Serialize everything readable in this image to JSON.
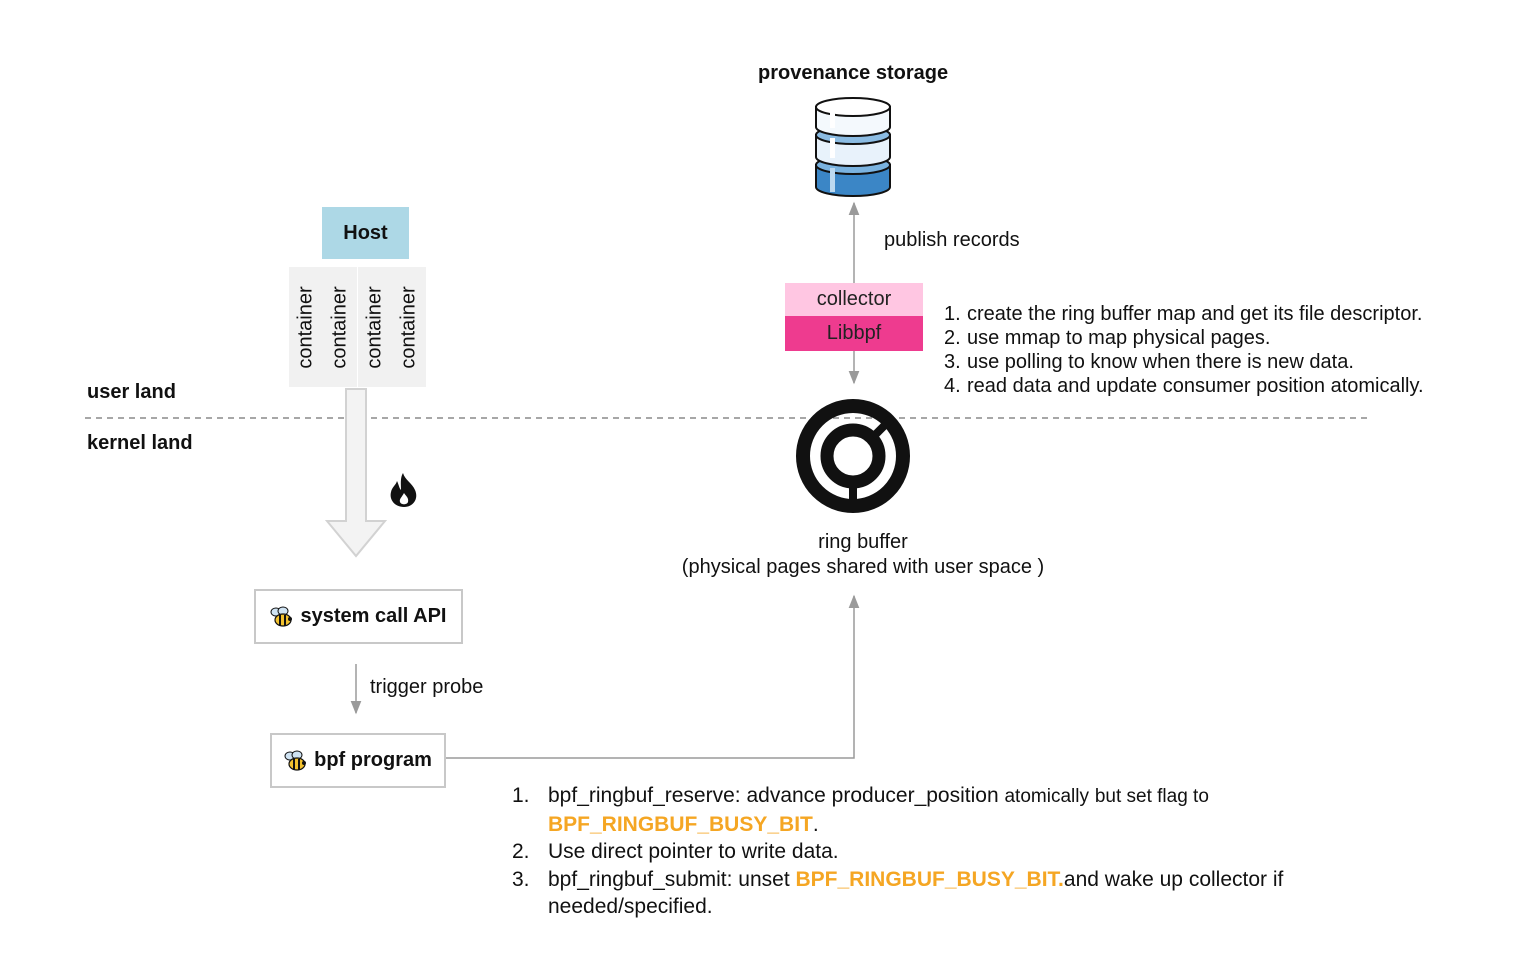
{
  "storage": {
    "title": "provenance storage"
  },
  "publish": {
    "label": "publish records"
  },
  "host": {
    "label": "Host",
    "containers": [
      "container",
      "container",
      "container",
      "container"
    ]
  },
  "regions": {
    "user": "user land",
    "kernel": "kernel land"
  },
  "collector": {
    "label": "collector",
    "lib": "Libbpf"
  },
  "collector_steps": [
    {
      "num": "1.",
      "text": "create the ring buffer map and get its file descriptor."
    },
    {
      "num": "2.",
      "text": "use mmap to map physical pages."
    },
    {
      "num": "3.",
      "text": "use polling to know when there is new data."
    },
    {
      "num": "4.",
      "text": "read data and update consumer position atomically."
    }
  ],
  "ring_buffer": {
    "line1": "ring buffer",
    "line2": "(physical pages shared with user space )"
  },
  "syscall": {
    "label": "system call API"
  },
  "trigger": {
    "label": "trigger probe"
  },
  "bpf": {
    "label": "bpf program"
  },
  "bpf_steps": {
    "s1_num": "1.",
    "s1_a": "bpf_ringbuf_reserve: advance producer_position",
    "s1_b": "atomically",
    "s1_c": "but set flag to",
    "s1_flag": "BPF_RINGBUF_BUSY_BIT",
    "s1_end": ".",
    "s2_num": "2.",
    "s2": "Use direct pointer to write data.",
    "s3_num": "3.",
    "s3_a": "bpf_ringbuf_submit: unset",
    "s3_flag": "BPF_RINGBUF_BUSY_BIT.",
    "s3_b": "and wake up collector  if",
    "s3_c": "needed/specified."
  },
  "colors": {
    "host_box": "#add8e6",
    "collector_box": "#ffc6e2",
    "libbpf_box": "#ee3b8f",
    "flag_text": "#f5a623",
    "db_blue": "#4a90c8"
  },
  "icons": [
    "database-icon",
    "ring-buffer-icon",
    "fire-icon",
    "bee-icon"
  ]
}
